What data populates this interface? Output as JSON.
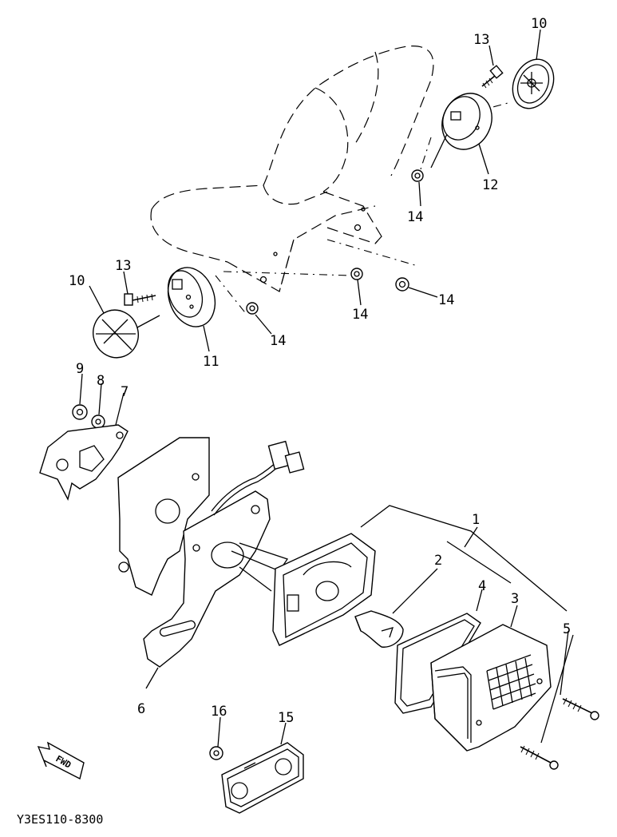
{
  "diagram": {
    "part_labels": [
      "1",
      "2",
      "3",
      "4",
      "5",
      "6",
      "7",
      "8",
      "9",
      "10",
      "11",
      "12",
      "13",
      "14",
      "15",
      "16"
    ],
    "callouts": {
      "c1": "1",
      "c2": "2",
      "c3": "3",
      "c4": "4",
      "c5": "5",
      "c6": "6",
      "c7": "7",
      "c8": "8",
      "c9": "9",
      "c10a": "10",
      "c10b": "10",
      "c11": "11",
      "c12": "12",
      "c13a": "13",
      "c13b": "13",
      "c14a": "14",
      "c14b": "14",
      "c14c": "14",
      "c14d": "14",
      "c15": "15",
      "c16": "16"
    },
    "fwd_badge": "FWD",
    "drawing_code": "Y3ES110-8300"
  }
}
